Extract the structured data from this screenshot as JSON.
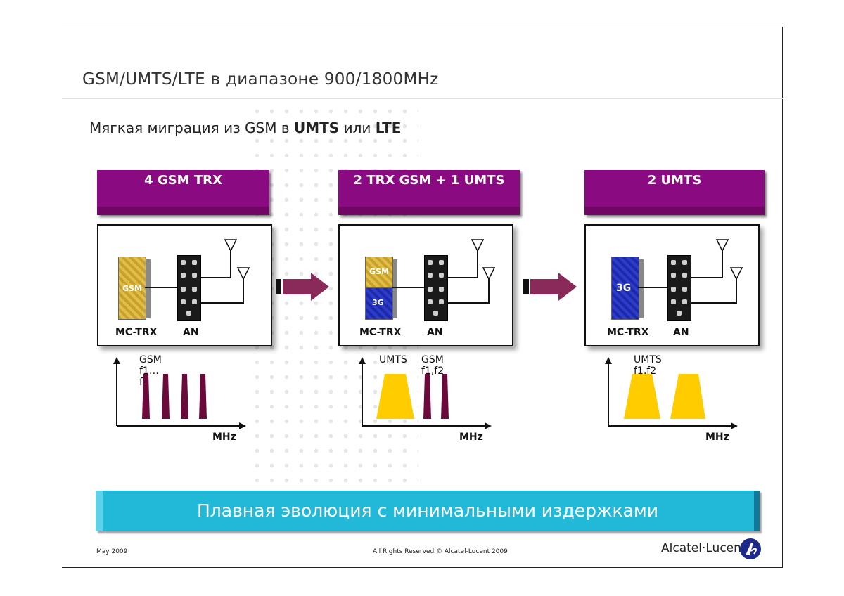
{
  "title": "GSM/UMTS/LTE в диапазоне 900/1800MHz",
  "subtitle": {
    "prefix": "Мягкая миграция из GSM в ",
    "bold1": "UMTS",
    "middle": " или ",
    "bold2": "LTE"
  },
  "stages": [
    {
      "banner": "4 GSM TRX",
      "module_labels": [
        "GSM"
      ],
      "label_trx": "MC-TRX",
      "label_an": "AN",
      "spectrum_label_a": "GSM f1… f4",
      "spectrum_label_b": "",
      "mhz": "MHz"
    },
    {
      "banner": "2 TRX GSM + 1 UMTS",
      "module_labels": [
        "GSM",
        "3G"
      ],
      "label_trx": "MC-TRX",
      "label_an": "AN",
      "spectrum_label_a": "UMTS",
      "spectrum_label_b": "GSM f1,f2",
      "mhz": "MHz"
    },
    {
      "banner": "2 UMTS",
      "module_labels": [
        "3G"
      ],
      "label_trx": "MC-TRX",
      "label_an": "AN",
      "spectrum_label_a": "UMTS f1,f2",
      "spectrum_label_b": "",
      "mhz": "MHz"
    }
  ],
  "bottom_banner": "Плавная эволюция с минимальными издержками",
  "footer": {
    "date": "May 2009",
    "rights": "All Rights Reserved © Alcatel-Lucent 2009",
    "logo": "Alcatel·Lucent"
  },
  "colors": {
    "banner": "#8a0a82",
    "gsm_spectrum": "#6b0a3a",
    "umts_spectrum": "#ffcc00",
    "bottom_bar": "#22b8d8",
    "arrow": "#8a2a5a"
  }
}
